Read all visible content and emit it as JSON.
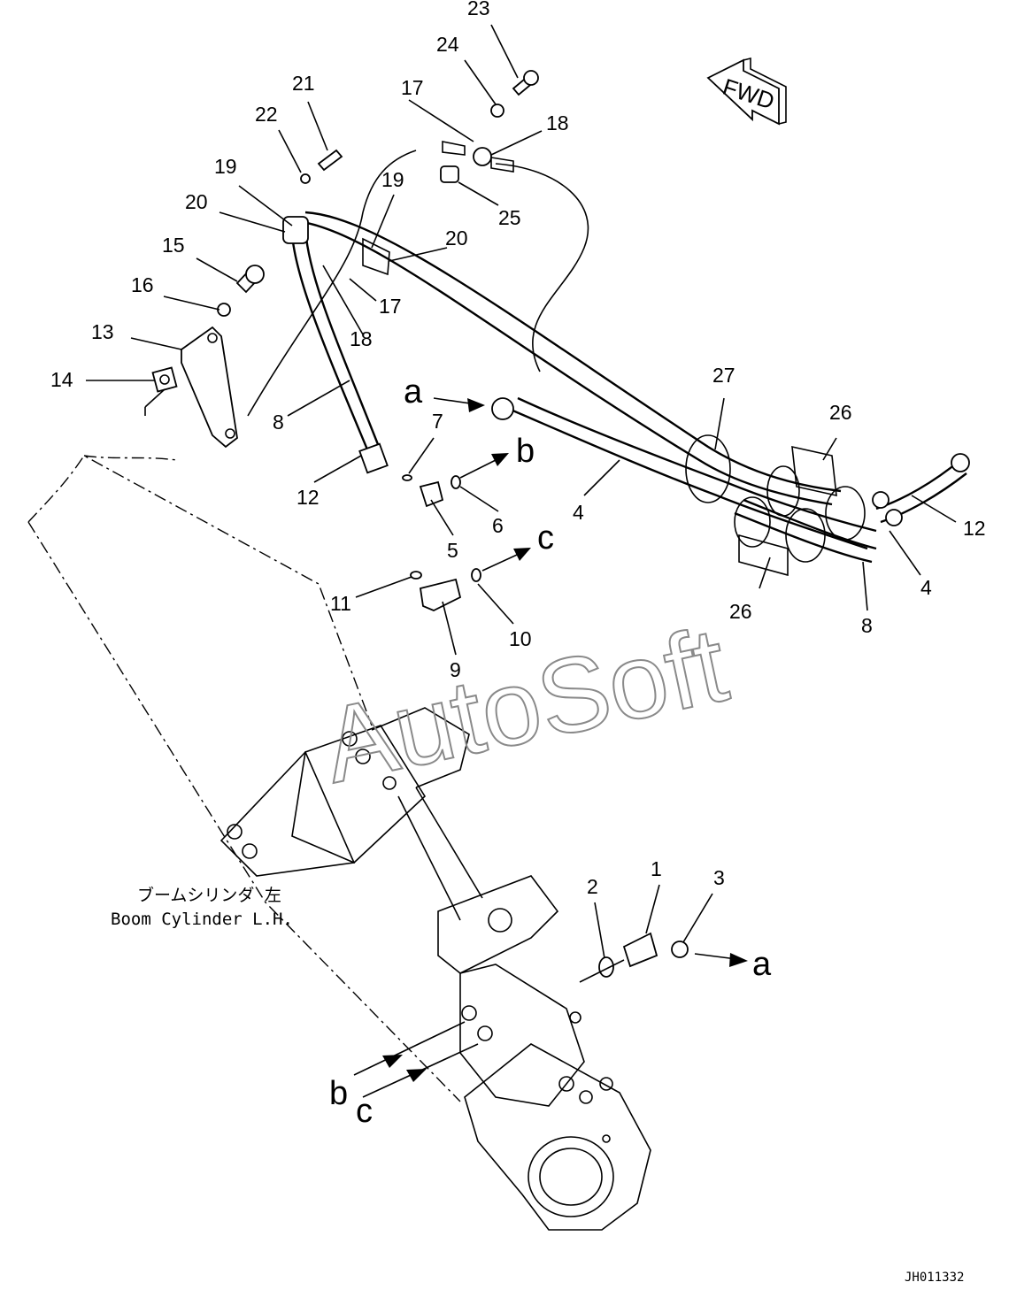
{
  "callouts": [
    "1",
    "2",
    "3",
    "4",
    "5",
    "6",
    "7",
    "8",
    "9",
    "10",
    "11",
    "12",
    "13",
    "14",
    "15",
    "16",
    "17",
    "18",
    "19",
    "20",
    "21",
    "22",
    "23",
    "24",
    "25",
    "26",
    "27"
  ],
  "letters": {
    "a": "a",
    "b": "b",
    "c": "c"
  },
  "fwd_label": "FWD",
  "caption": {
    "jp": "ブームシリンダ 左",
    "en": "Boom Cylinder L.H."
  },
  "figure_code": "JH011332",
  "watermark": "AutoSoft"
}
